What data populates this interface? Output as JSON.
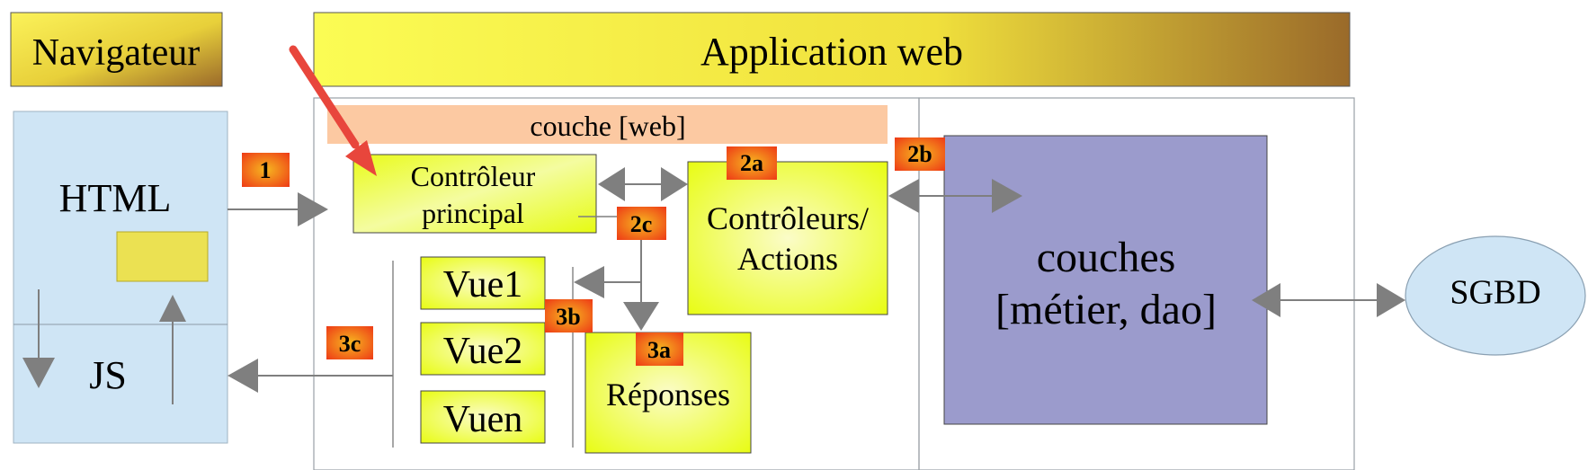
{
  "headers": {
    "navigateur": "Navigateur",
    "application": "Application web"
  },
  "browser": {
    "html": "HTML",
    "js": "JS"
  },
  "web_layer": {
    "title": "couche [web]",
    "front_controller": [
      "Contrôleur",
      "principal"
    ],
    "actions": [
      "Contrôleurs/",
      "Actions"
    ],
    "views": [
      "Vue1",
      "Vue2",
      "Vuen"
    ],
    "responses": "Réponses"
  },
  "business_layer": [
    "couches",
    "[métier, dao]"
  ],
  "database": "SGBD",
  "steps": [
    "1",
    "2a",
    "2b",
    "2c",
    "3a",
    "3b",
    "3c"
  ],
  "colors": {
    "browser_box": "#cfe5f5",
    "layer_bar": "#fcc9a2",
    "business_box": "#9b9bcc",
    "step_badge": "#f4501b",
    "arrow": "#7f7f7f",
    "pointer_arrow": "#e8463c"
  }
}
